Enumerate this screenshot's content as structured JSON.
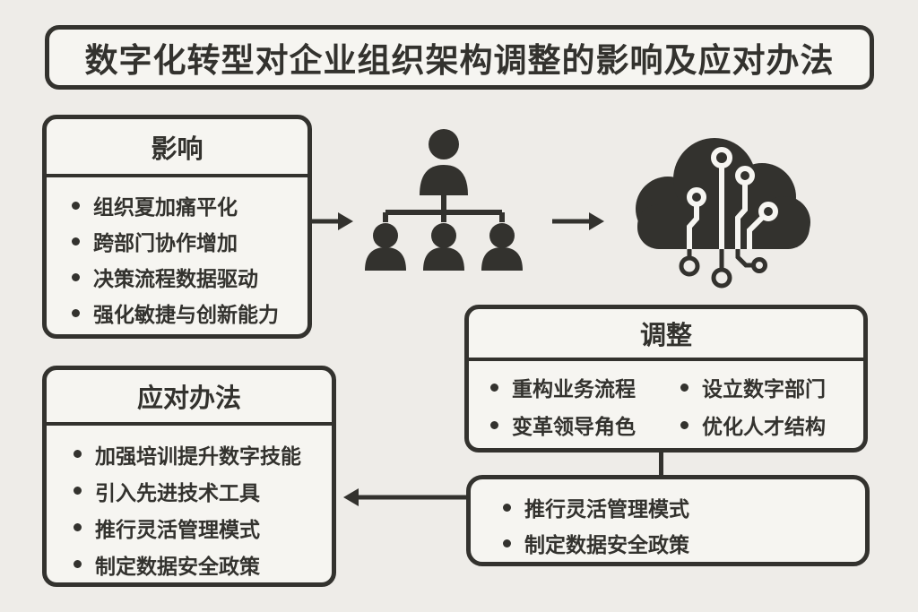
{
  "title": "数字化转型对企业组织架构调整的影响及应对办法",
  "colors": {
    "background": "#eeece8",
    "panel_fill": "#f6f5f1",
    "ink": "#33322e"
  },
  "panels": {
    "impact": {
      "title": "影响",
      "items": [
        "组织夏加痛平化",
        "跨部门协作增加",
        "决策流程数据驱动",
        "强化敏捷与创新能力"
      ]
    },
    "response": {
      "title": "应对办法",
      "items": [
        "加强培训提升数字技能",
        "引入先进技术工具",
        "推行灵活管理模式",
        "制定数据安全政策"
      ]
    },
    "adjustment": {
      "title": "调整",
      "left_items": [
        "重构业务流程",
        "变革领导角色"
      ],
      "right_items": [
        "设立数字部门",
        "优化人才结构"
      ]
    },
    "adjustment_actions": {
      "items": [
        "推行灵活管理模式",
        "制定数据安全政策"
      ]
    }
  },
  "icons": {
    "org_chart": "org-chart-icon",
    "cloud_circuit": "cloud-circuit-icon",
    "arrows": [
      "arrow-right-icon",
      "arrow-right-icon",
      "arrow-left-icon"
    ]
  }
}
